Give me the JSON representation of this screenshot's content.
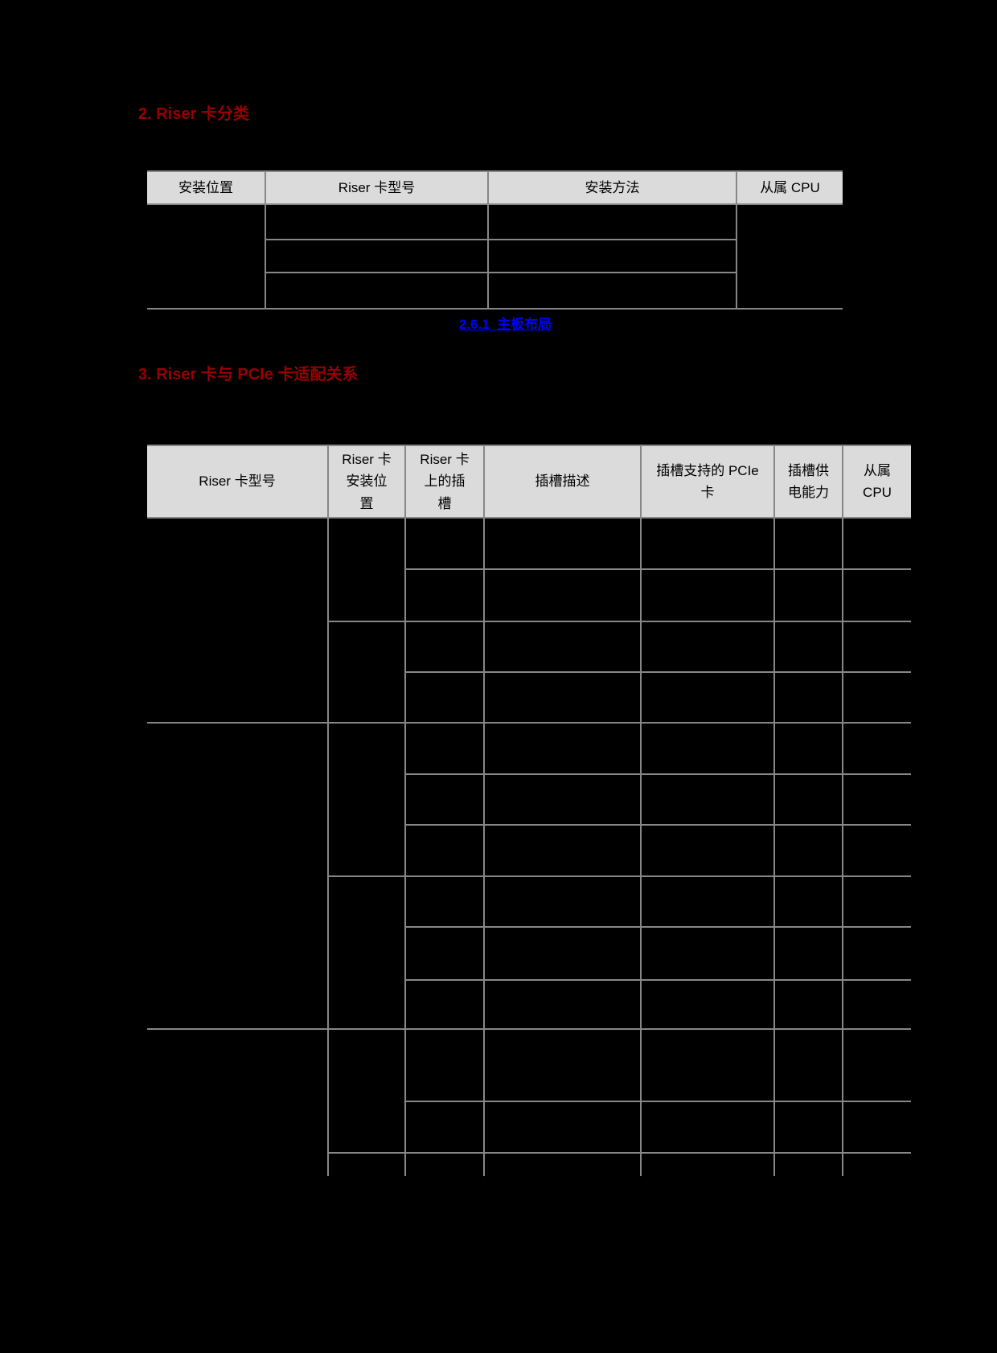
{
  "page": {
    "background_color": "#000000"
  },
  "sections": {
    "riser_classification": {
      "heading": "2. Riser 卡分类"
    },
    "riser_pcie_adaptation": {
      "heading": "3. Riser 卡与 PCIe 卡适配关系"
    }
  },
  "link": {
    "text": "2.6.1  主板布局"
  },
  "table1": {
    "headers": [
      "安装位置",
      "Riser 卡型号",
      "安装方法",
      "从属 CPU"
    ],
    "body_rows": 3,
    "note": "body cells are empty in the screenshot"
  },
  "table2": {
    "headers": [
      "Riser 卡型号",
      "Riser 卡\n安装位\n置",
      "Riser 卡\n上的插\n槽",
      "插槽描述",
      "插槽支持的 PCIe\n卡",
      "插槽供\n电能力",
      "从属\nCPU"
    ],
    "body_rows": 13,
    "note": "body cells are empty in the screenshot; table is cut off at page bottom"
  },
  "colors": {
    "heading_red": "#990000",
    "link_blue": "#0000FF",
    "table_border_gray": "#878787",
    "table_header_bg": "#DBDBDB",
    "page_background": "#000000"
  }
}
